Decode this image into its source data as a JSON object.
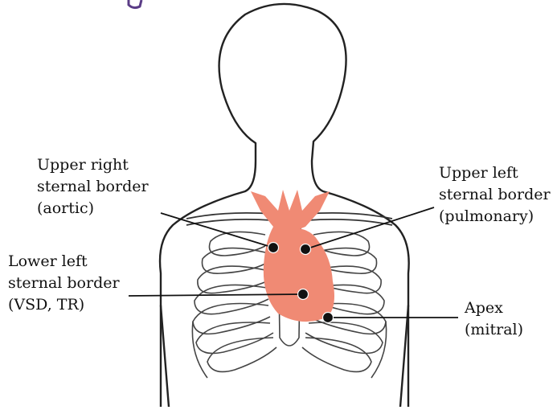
{
  "diagram": {
    "colors": {
      "outline": "#222222",
      "heart": "#f08a74",
      "line": "#111111",
      "dot": "#111111",
      "header_fragment": "#5a3c86"
    },
    "labels": [
      {
        "id": "aortic",
        "lines": [
          "Upper right",
          "sternal border",
          "(aortic)"
        ]
      },
      {
        "id": "pulmonary",
        "lines": [
          "Upper left",
          "sternal border",
          "(pulmonary)"
        ]
      },
      {
        "id": "tricuspid",
        "lines": [
          "Lower left",
          "sternal border",
          "(VSD, TR)"
        ]
      },
      {
        "id": "mitral",
        "lines": [
          "Apex",
          "(mitral)"
        ]
      }
    ]
  }
}
